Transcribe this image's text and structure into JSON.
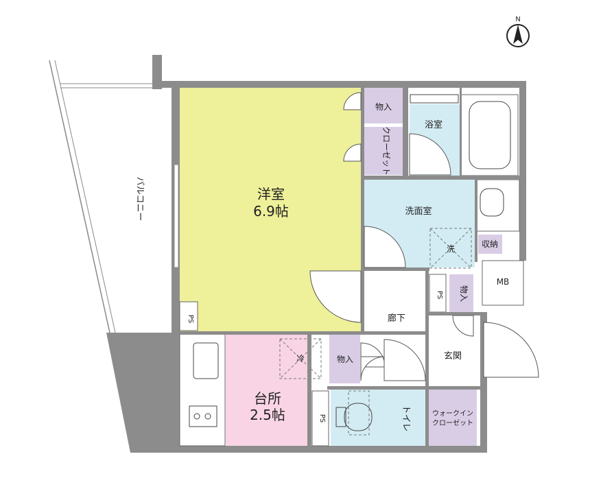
{
  "compass": {
    "north": "N"
  },
  "rooms": {
    "western_room": {
      "name": "洋室",
      "size": "6.9帖"
    },
    "kitchen": {
      "name": "台所",
      "size": "2.5帖"
    },
    "washroom": "洗面室",
    "bath": "浴室",
    "hallway": "廊下",
    "entrance": "玄関",
    "toilet": "トイレ",
    "balcony": "バルコニー",
    "storage_top": "物入",
    "closet": "クローゼット",
    "storage_mid": "物入",
    "storage_kitchen": "物入",
    "walkin_line1": "ウォークイン",
    "walkin_line2": "クローゼット",
    "shuno": "収納",
    "mb": "MB",
    "ps": "PS",
    "fridge": "冷",
    "washer": "洗"
  },
  "colors": {
    "western_room": "#eef09a",
    "kitchen": "#f8d4e4",
    "water": "#d3ecf4",
    "storage": "#d9cde6",
    "wall": "#8c8c8c"
  }
}
